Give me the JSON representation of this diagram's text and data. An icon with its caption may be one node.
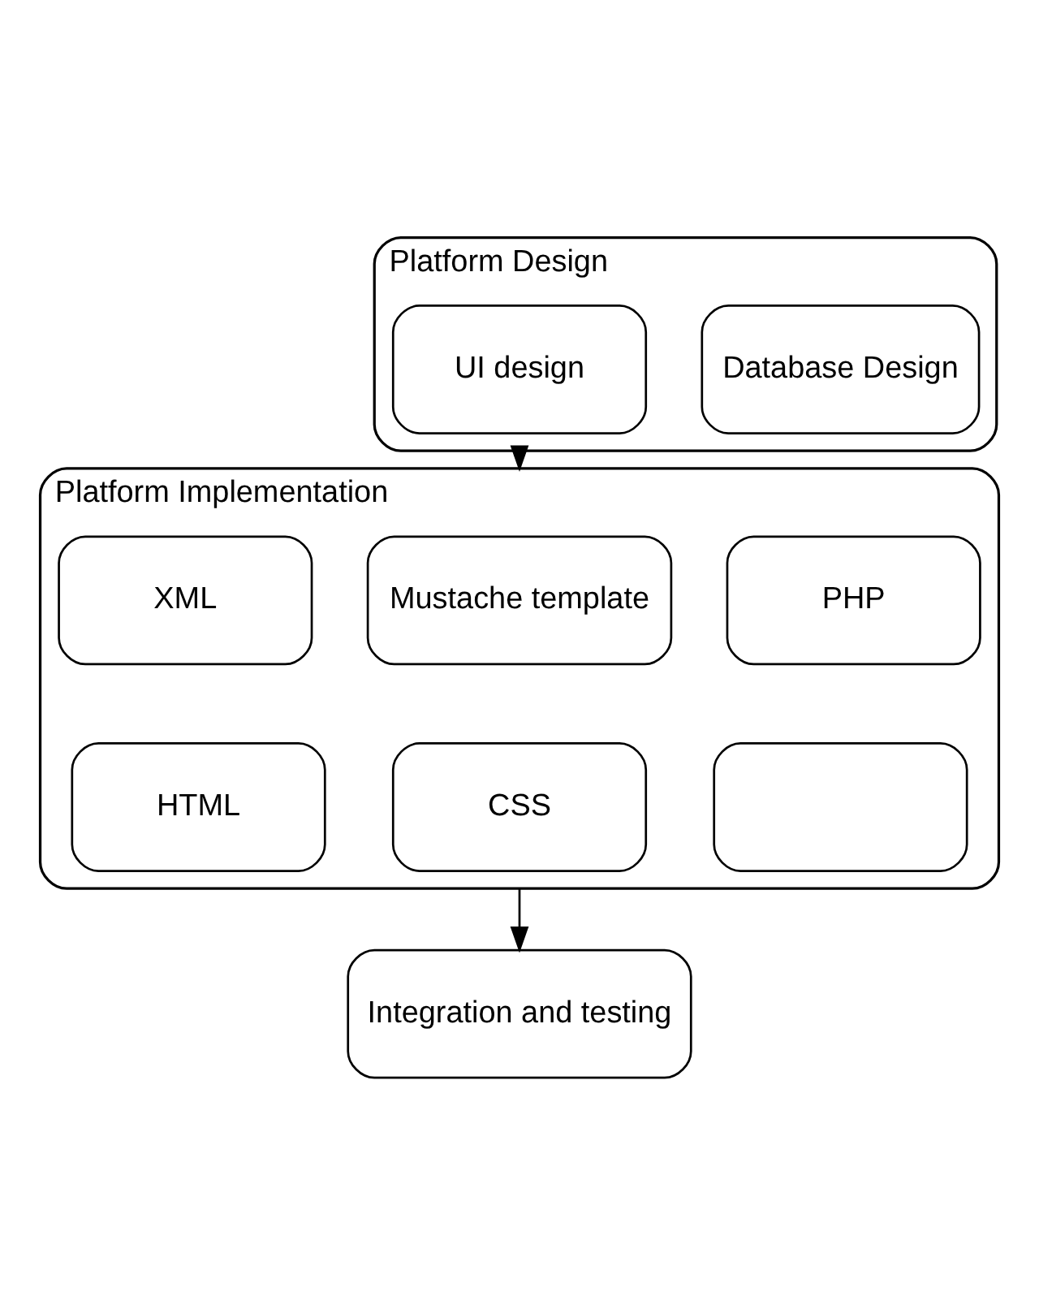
{
  "diagram": {
    "nodes": [
      {
        "text": [
          "Platform Design"
        ]
      },
      {
        "text": [
          "Database Design"
        ],
        "in": 0
      },
      {
        "text": [
          "UI design"
        ],
        "in": 0
      },
      {
        "text": [
          "Platform Implementation"
        ]
      },
      {
        "text": [
          "XML"
        ],
        "in": 3
      },
      {
        "text": [
          "Mustache template"
        ],
        "in": 3
      },
      {
        "text": [
          "PHP"
        ],
        "in": 3
      },
      {
        "text": [
          "HTML"
        ],
        "in": 3
      },
      {
        "text": [
          "CSS"
        ],
        "in": 3
      },
      {
        "text": [],
        "shape": "box",
        "in": 3
      },
      {
        "text": [
          "Integration and testing"
        ]
      }
    ],
    "edges": [
      {
        "from": 0,
        "to": 3,
        "arrow": "to"
      },
      {
        "from": 3,
        "to": 10,
        "arrow": "to"
      }
    ]
  }
}
